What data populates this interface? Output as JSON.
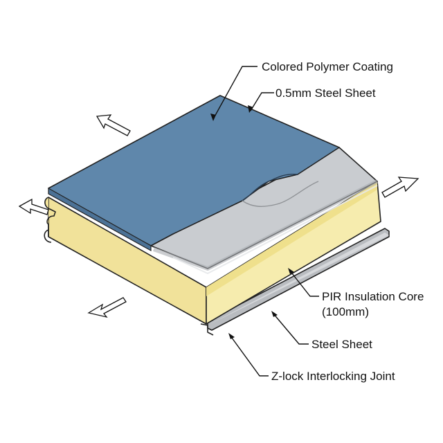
{
  "labels": {
    "coating": "Colored Polymer Coating",
    "top_sheet": "0.5mm Steel Sheet",
    "core_line1": "PIR Insulation Core",
    "core_line2": "(100mm)",
    "bottom_sheet": "Steel Sheet",
    "joint": "Z-lock Interlocking Joint"
  },
  "colors": {
    "coating": "#5f87ab",
    "steel": "#c9ccd0",
    "core_front": "#f6ebaa",
    "core_side": "#ecd97c",
    "bottom_steel": "#b9bcc0",
    "outline": "#222222"
  },
  "icons": [
    "arrow-up-left-icon",
    "arrow-left-icon",
    "arrow-down-left-icon",
    "arrow-up-right-icon"
  ]
}
